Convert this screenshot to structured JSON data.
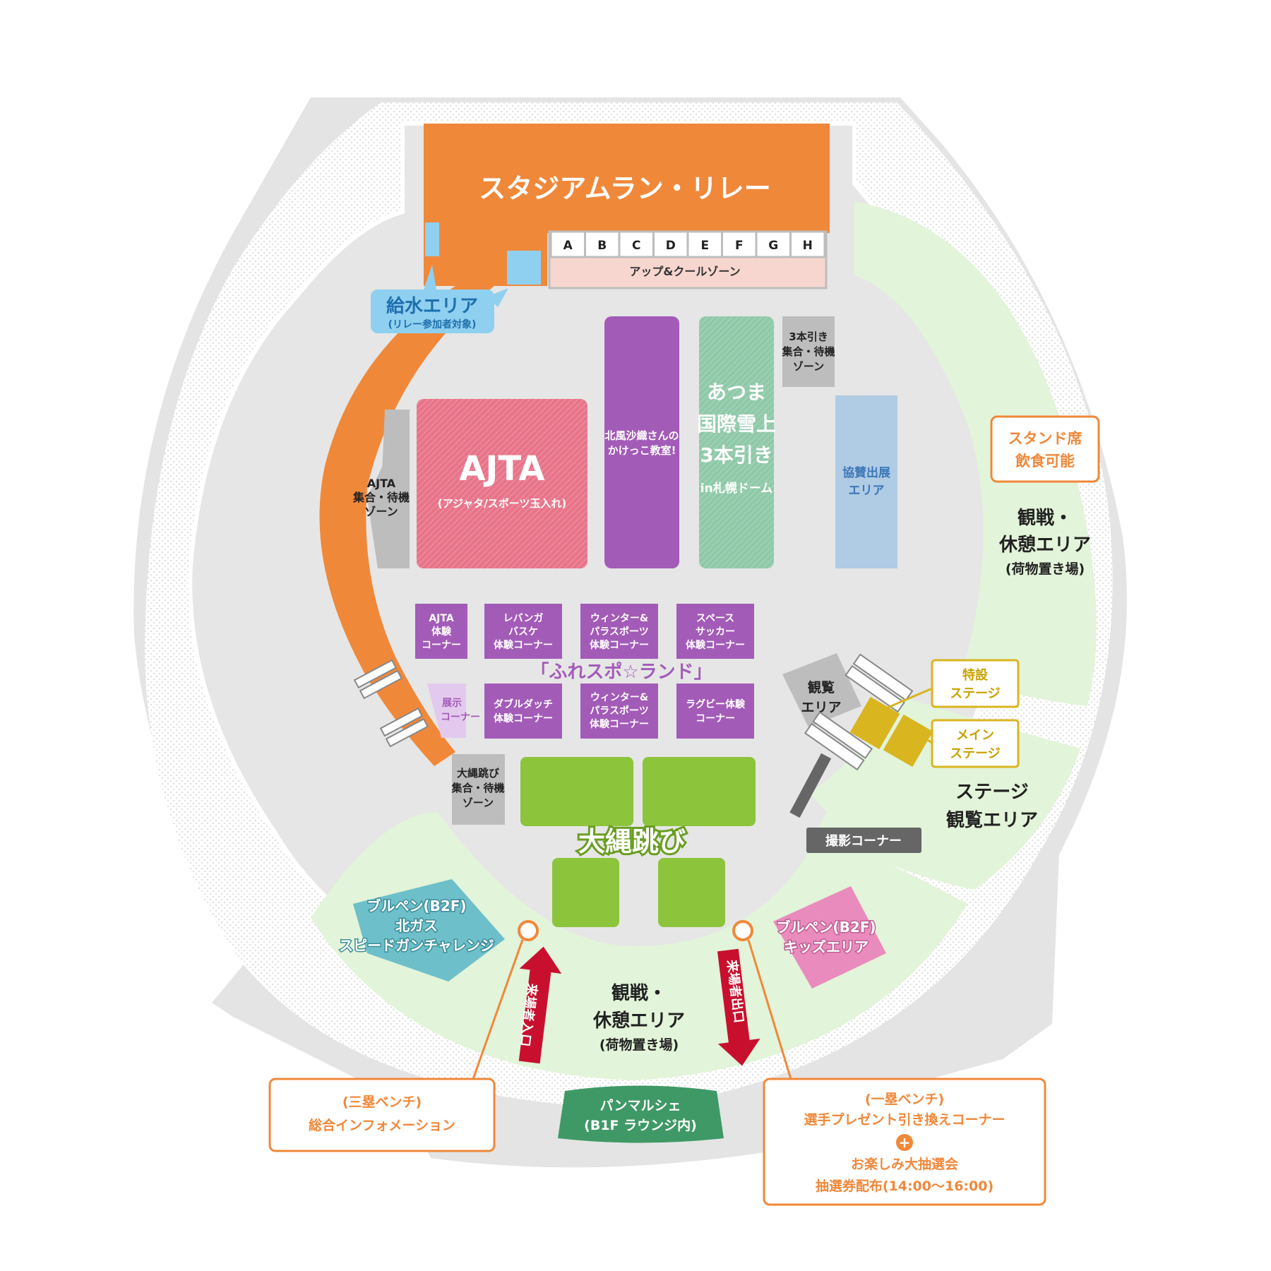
{
  "relay": {
    "title": "スタジアムラン・リレー",
    "lanes": [
      "A",
      "B",
      "C",
      "D",
      "E",
      "F",
      "G",
      "H"
    ],
    "upcool": "アップ&クールゾーン"
  },
  "water": {
    "title": "給水エリア",
    "sub": "(リレー参加者対象)"
  },
  "ajta_wait": [
    "AJTA",
    "集合・待機",
    "ゾーン"
  ],
  "ajta": {
    "title": "AJTA",
    "sub": "(アジャタ/スポーツ玉入れ)"
  },
  "kitakaze": [
    "北風沙織さんの",
    "かけっこ教室!"
  ],
  "atsuma": {
    "lines": [
      "あつま",
      "国際雪上",
      "3本引き"
    ],
    "sub": "in札幌ドーム"
  },
  "tug_wait": [
    "3本引き",
    "集合・待機",
    "ゾーン"
  ],
  "sponsor": [
    "協賛出展",
    "エリア"
  ],
  "stand_seat": [
    "スタンド席",
    "飲食可能"
  ],
  "watch_right": {
    "lines": [
      "観戦・",
      "休憩エリア"
    ],
    "sub": "(荷物置き場)"
  },
  "corners_row1": [
    [
      "AJTA",
      "体験",
      "コーナー"
    ],
    [
      "レバンガ",
      "バスケ",
      "体験コーナー"
    ],
    [
      "ウィンター&",
      "パラスポーツ",
      "体験コーナー"
    ],
    [
      "スペース",
      "サッカー",
      "体験コーナー"
    ]
  ],
  "fureaspo": "「ふれスポ☆ランド」",
  "tenji": [
    "展示",
    "コーナー"
  ],
  "corners_row2": [
    [
      "ダブルダッチ",
      "体験コーナー"
    ],
    [
      "ウィンター&",
      "パラスポーツ",
      "体験コーナー"
    ],
    [
      "ラグビー体験",
      "コーナー"
    ]
  ],
  "view_area": [
    "観覧",
    "エリア"
  ],
  "special_stage": [
    "特設",
    "ステージ"
  ],
  "main_stage": [
    "メイン",
    "ステージ"
  ],
  "stage_view": [
    "ステージ",
    "観覧エリア"
  ],
  "rope_wait": [
    "大縄跳び",
    "集合・待機",
    "ゾーン"
  ],
  "rope": "大縄跳び",
  "photo": "撮影コーナー",
  "bullpen_left": [
    "ブルペン(B2F)",
    "北ガス",
    "スピードガンチャレンジ"
  ],
  "bullpen_right": [
    "ブルペン(B2F)",
    "キッズエリア"
  ],
  "entrance": "来場者入口",
  "exit": "来場者出口",
  "watch_bottom": {
    "lines": [
      "観戦・",
      "休憩エリア"
    ],
    "sub": "(荷物置き場)"
  },
  "info_left": [
    "(三塁ベンチ)",
    "総合インフォメーション"
  ],
  "pan": [
    "パンマルシェ",
    "(B1F ラウンジ内)"
  ],
  "info_right": {
    "lines": [
      "(一塁ベンチ)",
      "選手プレゼント引き換えコーナー"
    ],
    "plus": "+",
    "lines2": [
      "お楽しみ大抽選会",
      "抽選券配布(14:00〜16:00)"
    ]
  },
  "colors": {
    "orange": "#f0883a",
    "pink": "#e8748a",
    "purple": "#a35bb8",
    "green_lane": "#8fc9a8",
    "sponsor_blue": "#b0cbe4",
    "stage_yellow": "#d9b520",
    "rope_green": "#8cc43c",
    "bullpen_blue": "#6dbfc9",
    "bullpen_pink": "#e98bbd",
    "grass": "#e2f4d9",
    "floor": "#e6e6e6",
    "ring": "#e3e3e3",
    "red_arrow": "#c8102e",
    "pan_green": "#3f9966"
  }
}
